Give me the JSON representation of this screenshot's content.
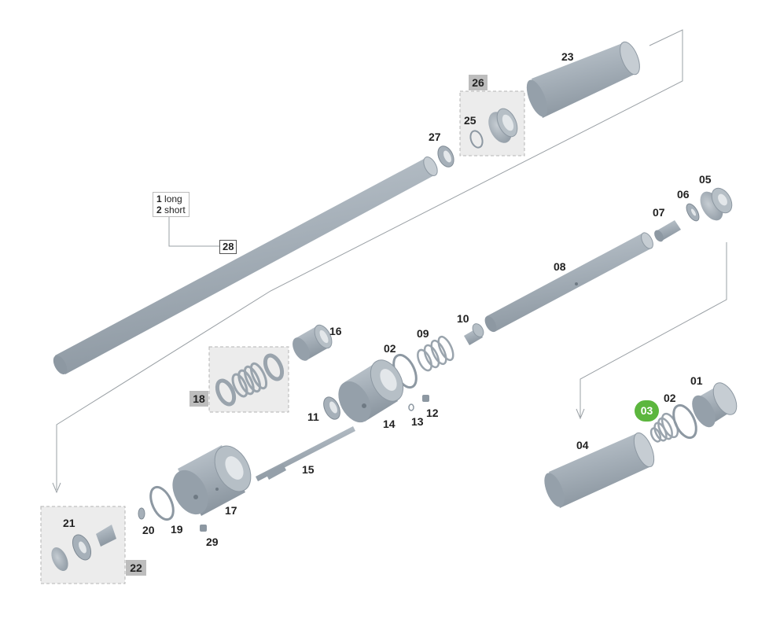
{
  "legend": {
    "row1_num": "1",
    "row1_text": "long",
    "row2_num": "2",
    "row2_text": "short"
  },
  "labels": {
    "p01": "01",
    "p02a": "02",
    "p02b": "02",
    "p03": "03",
    "p04": "04",
    "p05": "05",
    "p06": "06",
    "p07": "07",
    "p08": "08",
    "p09": "09",
    "p10": "10",
    "p11": "11",
    "p12": "12",
    "p13": "13",
    "p14": "14",
    "p15": "15",
    "p16": "16",
    "p17": "17",
    "p18": "18",
    "p19": "19",
    "p20": "20",
    "p21": "21",
    "p22": "22",
    "p23": "23",
    "p25": "25",
    "p26": "26",
    "p27": "27",
    "p28": "28",
    "p29": "29"
  },
  "colors": {
    "part_fill": "#a9b3bc",
    "part_dark": "#8d98a2",
    "part_light": "#c9d0d6",
    "group_bg": "#ececec",
    "group_border": "#b5b5b5",
    "highlight": "#5cb63e",
    "guide_line": "#9aa0a5"
  }
}
